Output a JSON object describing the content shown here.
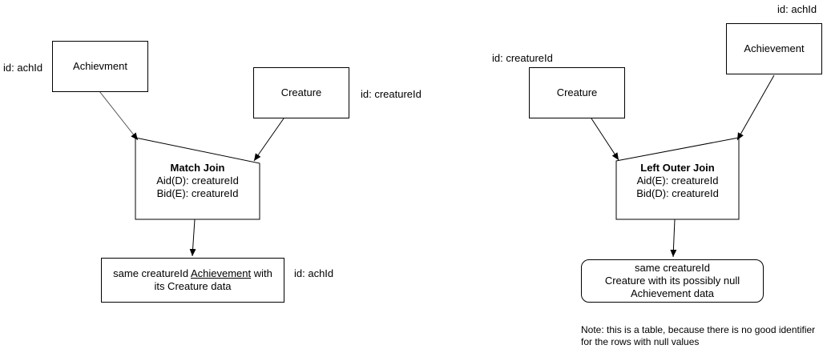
{
  "left": {
    "achievement": {
      "label": "Achievment",
      "id_label": "id: achId"
    },
    "creature": {
      "label": "Creature",
      "id_label": "id: creatureId"
    },
    "join": {
      "title": "Match Join",
      "line1": "Aid(D): creatureId",
      "line2": "Bid(E): creatureId"
    },
    "result": {
      "text_before": "same creatureId ",
      "text_underlined": "Achievement",
      "text_after": " with",
      "line2": "its Creature data",
      "id_label": "id: achId"
    }
  },
  "right": {
    "creature": {
      "label": "Creature",
      "id_label": "id: creatureId"
    },
    "achievement": {
      "label": "Achievement",
      "id_label": "id: achId"
    },
    "join": {
      "title": "Left Outer Join",
      "line1": "Aid(E): creatureId",
      "line2": "Bid(D): creatureId"
    },
    "result": {
      "line1": "same creatureId",
      "line2": "Creature with its possibly null",
      "line3": "Achievement data"
    },
    "note": {
      "line1": "Note: this is a table, because there is no good identifier",
      "line2": "for the rows with null values"
    }
  }
}
